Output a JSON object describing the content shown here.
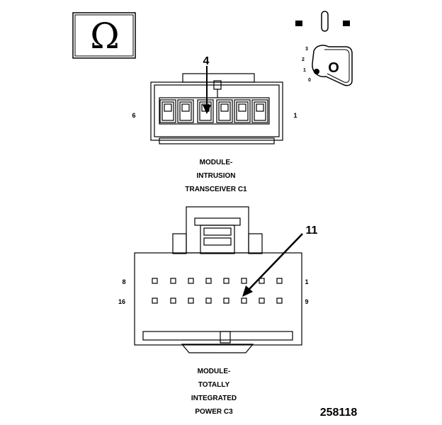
{
  "logo": {
    "glyph": "Ω",
    "name": "omega-logo"
  },
  "key_switch": {
    "positions": [
      "3",
      "2",
      "1",
      "0"
    ],
    "key_letter": "O"
  },
  "connector_c1": {
    "callout": "4",
    "pin_left": "6",
    "pin_right": "1",
    "caption": [
      "MODULE-",
      "INTRUSION",
      "TRANSCEIVER C1"
    ]
  },
  "connector_c3": {
    "callout": "11",
    "row1_left": "8",
    "row1_right": "1",
    "row2_left": "16",
    "row2_right": "9",
    "caption": [
      "MODULE-",
      "TOTALLY",
      "INTEGRATED",
      "POWER C3"
    ]
  },
  "figure_number": "258118",
  "colors": {
    "line": "#000000",
    "background": "#ffffff"
  }
}
